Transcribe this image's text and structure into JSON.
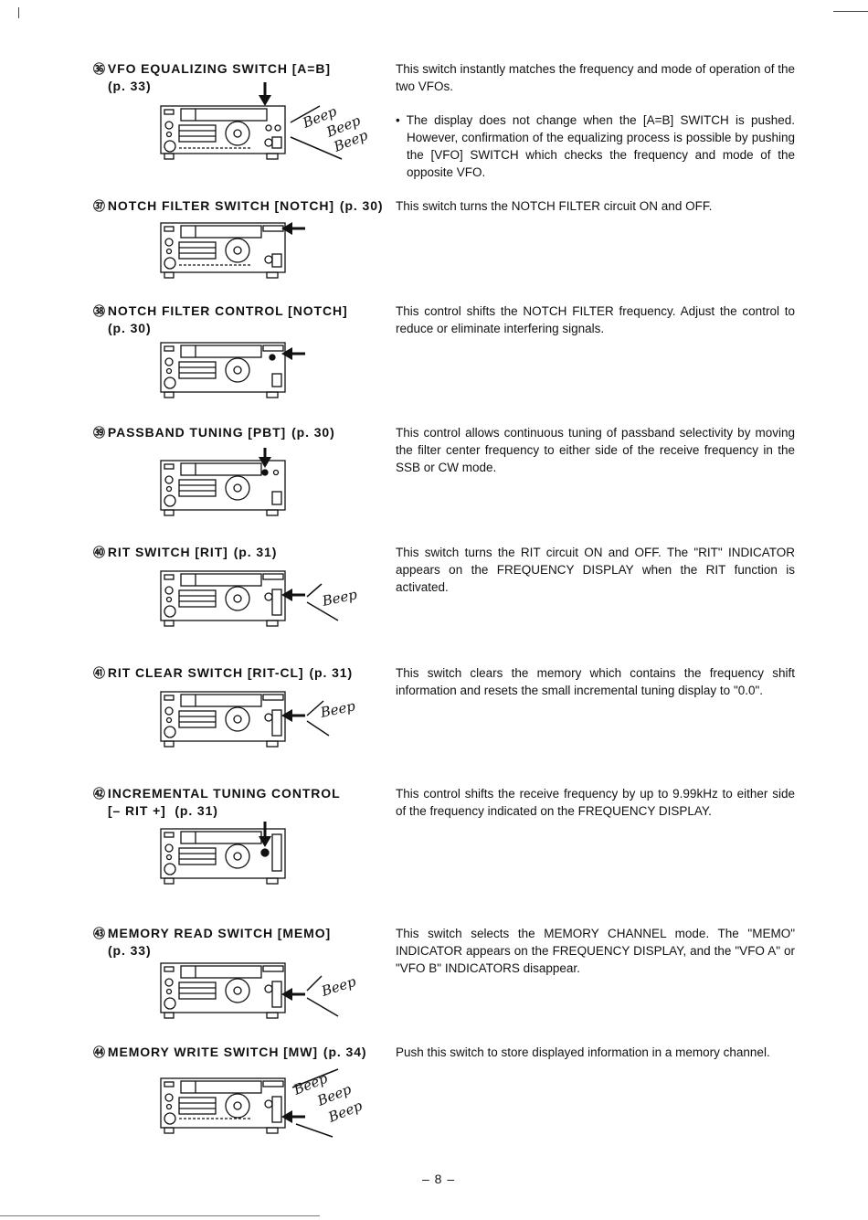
{
  "page_number": "– 8 –",
  "sections": [
    {
      "id": "36",
      "number": "㊱",
      "title": "VFO EQUALIZING SWITCH [A=B]",
      "page_ref": "(p. 33)",
      "paragraphs": [
        "This switch instantly matches the frequency and mode of operation of the two VFOs.",
        "• The display does not change when the [A=B] SWITCH is pushed. However, confirmation of the equalizing process is possible by pushing the [VFO] SWITCH which checks the frequency and mode of the opposite VFO."
      ],
      "beep_labels": [
        "Beep",
        "Beep",
        "Beep"
      ]
    },
    {
      "id": "37",
      "number": "㊲",
      "title": "NOTCH FILTER SWITCH [NOTCH]",
      "page_ref": "(p. 30)",
      "paragraphs": [
        "This switch turns the NOTCH FILTER circuit ON and OFF."
      ]
    },
    {
      "id": "38",
      "number": "㊳",
      "title": "NOTCH FILTER CONTROL [NOTCH]",
      "page_ref": "(p. 30)",
      "paragraphs": [
        "This control shifts the NOTCH FILTER frequency. Adjust the control to reduce or eliminate interfering signals."
      ]
    },
    {
      "id": "39",
      "number": "㊴",
      "title": "PASSBAND TUNING [PBT]",
      "page_ref": "(p. 30)",
      "paragraphs": [
        "This control allows continuous tuning of passband selectivity by moving the filter center frequency to either side of the receive frequency in the SSB or CW mode."
      ]
    },
    {
      "id": "40",
      "number": "㊵",
      "title": "RIT SWITCH [RIT]",
      "page_ref": "(p. 31)",
      "paragraphs": [
        "This switch turns the RIT circuit ON and OFF. The \"RIT\" INDICATOR appears on the FREQUENCY DISPLAY when the RIT function is activated."
      ],
      "beep_labels": [
        "Beep"
      ]
    },
    {
      "id": "41",
      "number": "㊶",
      "title": "RIT CLEAR SWITCH [RIT-CL]",
      "page_ref": "(p. 31)",
      "paragraphs": [
        "This switch clears the memory which contains the frequency shift information and resets the small incremental tuning display to \"0.0\"."
      ],
      "beep_labels": [
        "Beep"
      ]
    },
    {
      "id": "42",
      "number": "㊷",
      "title": "INCREMENTAL TUNING CONTROL",
      "title_line2": "[– RIT +]",
      "page_ref": "(p. 31)",
      "paragraphs": [
        "This control shifts the receive frequency by up to 9.99kHz to either side of the frequency indicated on the FREQUENCY DISPLAY."
      ]
    },
    {
      "id": "43",
      "number": "㊸",
      "title": "MEMORY READ SWITCH [MEMO]",
      "page_ref": "(p. 33)",
      "paragraphs": [
        "This switch selects the MEMORY CHANNEL mode. The \"MEMO\" INDICATOR appears on the FREQUENCY DISPLAY, and the \"VFO A\" or \"VFO B\" INDICATORS disappear."
      ],
      "beep_labels": [
        "Beep"
      ]
    },
    {
      "id": "44",
      "number": "㊹",
      "title": "MEMORY WRITE SWITCH [MW]",
      "page_ref": "(p. 34)",
      "paragraphs": [
        "Push this switch to store displayed information in a memory channel."
      ],
      "beep_labels": [
        "Beep",
        "Beep",
        "Beep"
      ]
    }
  ]
}
